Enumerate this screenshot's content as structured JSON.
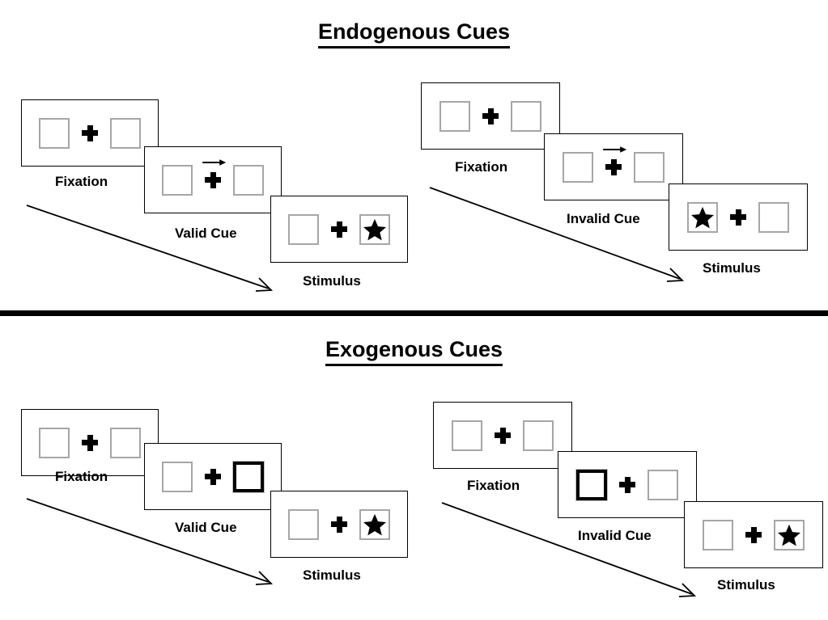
{
  "figure": {
    "title_endogenous": "Endogenous Cues",
    "title_exogenous": "Exogenous Cues",
    "divider_color": "#000000",
    "panel_border_color": "#000000",
    "box_border_color": "#a6a6a6",
    "cued_box_border_color": "#000000",
    "symbol_color": "#000000"
  },
  "sections": [
    {
      "id": "endogenous",
      "title": "Endogenous Cues",
      "columns": [
        {
          "id": "endogenous-valid",
          "cue_validity": "valid",
          "flow_arrow_label": "time-flow-arrow",
          "panels": [
            {
              "stage_label": "Fixation",
              "left_box": "empty",
              "right_box": "empty",
              "center_symbol": "fixation-cross",
              "cue": "none"
            },
            {
              "stage_label": "Valid Cue",
              "left_box": "empty",
              "right_box": "empty",
              "center_symbol": "fixation-cross",
              "cue": "central-arrow-right"
            },
            {
              "stage_label": "Stimulus",
              "left_box": "empty",
              "right_box": "star",
              "center_symbol": "fixation-cross",
              "cue": "none"
            }
          ]
        },
        {
          "id": "endogenous-invalid",
          "cue_validity": "invalid",
          "flow_arrow_label": "time-flow-arrow",
          "panels": [
            {
              "stage_label": "Fixation",
              "left_box": "empty",
              "right_box": "empty",
              "center_symbol": "fixation-cross",
              "cue": "none"
            },
            {
              "stage_label": "Invalid Cue",
              "left_box": "empty",
              "right_box": "empty",
              "center_symbol": "fixation-cross",
              "cue": "central-arrow-right"
            },
            {
              "stage_label": "Stimulus",
              "left_box": "star",
              "right_box": "empty",
              "center_symbol": "fixation-cross",
              "cue": "none"
            }
          ]
        }
      ]
    },
    {
      "id": "exogenous",
      "title": "Exogenous Cues",
      "columns": [
        {
          "id": "exogenous-valid",
          "cue_validity": "valid",
          "flow_arrow_label": "time-flow-arrow",
          "panels": [
            {
              "stage_label": "Fixation",
              "left_box": "empty",
              "right_box": "empty",
              "center_symbol": "fixation-cross",
              "cue": "none"
            },
            {
              "stage_label": "Valid Cue",
              "left_box": "empty",
              "right_box": "highlighted",
              "center_symbol": "fixation-cross",
              "cue": "peripheral-box-right"
            },
            {
              "stage_label": "Stimulus",
              "left_box": "empty",
              "right_box": "star",
              "center_symbol": "fixation-cross",
              "cue": "none"
            }
          ]
        },
        {
          "id": "exogenous-invalid",
          "cue_validity": "invalid",
          "flow_arrow_label": "time-flow-arrow",
          "panels": [
            {
              "stage_label": "Fixation",
              "left_box": "empty",
              "right_box": "empty",
              "center_symbol": "fixation-cross",
              "cue": "none"
            },
            {
              "stage_label": "Invalid Cue",
              "left_box": "highlighted",
              "right_box": "empty",
              "center_symbol": "fixation-cross",
              "cue": "peripheral-box-left"
            },
            {
              "stage_label": "Stimulus",
              "left_box": "empty",
              "right_box": "star",
              "center_symbol": "fixation-cross",
              "cue": "none"
            }
          ]
        }
      ]
    }
  ]
}
